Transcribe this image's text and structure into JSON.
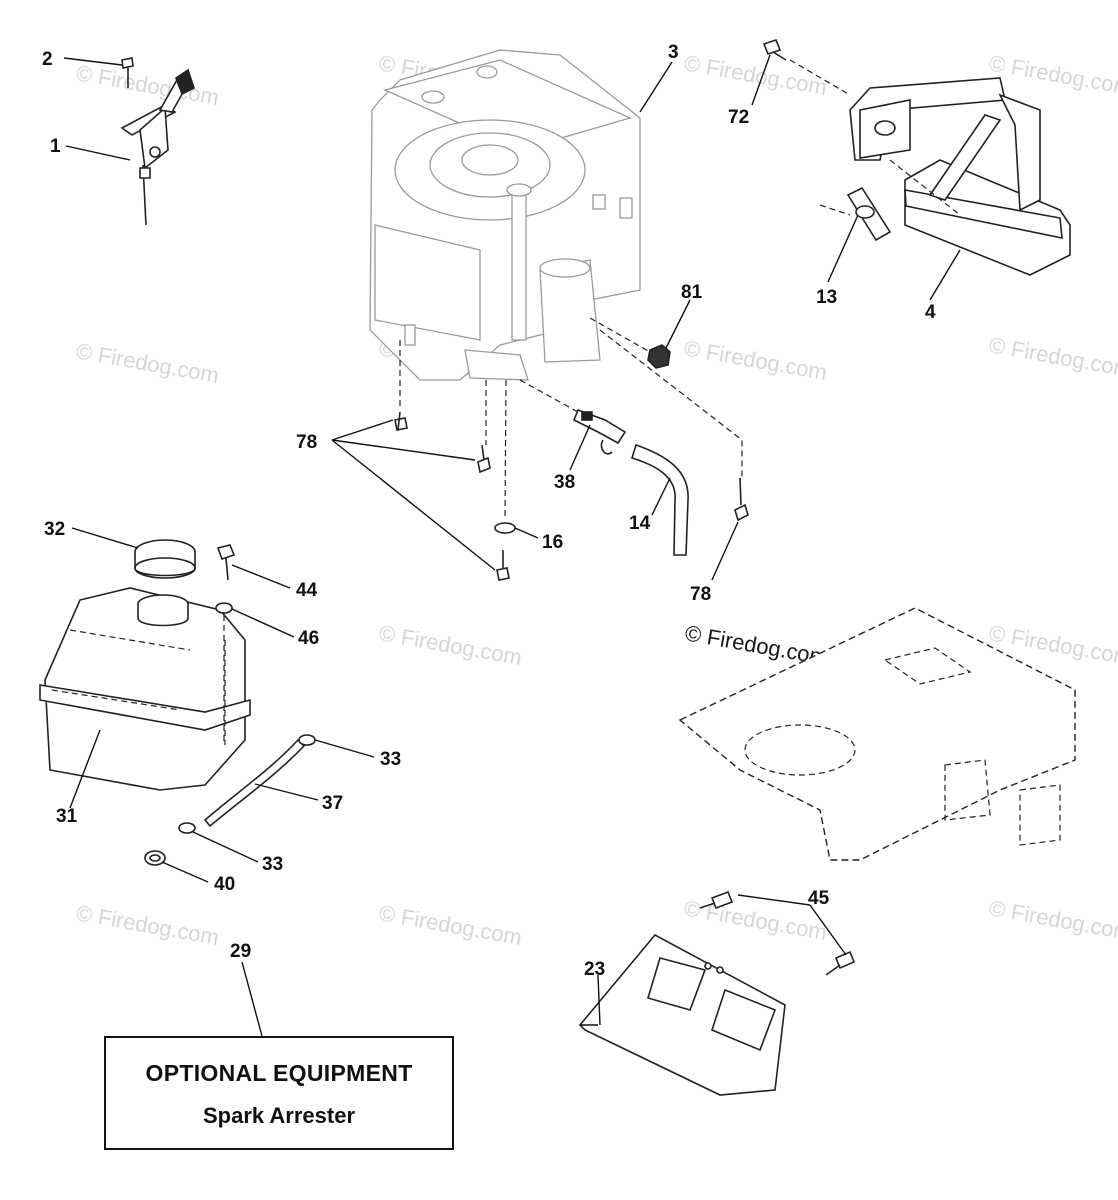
{
  "watermark": "© Firedog.com",
  "callouts": {
    "c2": "2",
    "c1": "1",
    "c3": "3",
    "c72": "72",
    "c13": "13",
    "c4": "4",
    "c81": "81",
    "c78a": "78",
    "c38": "38",
    "c14": "14",
    "c16": "16",
    "c78b": "78",
    "c32": "32",
    "c44": "44",
    "c46": "46",
    "c31": "31",
    "c33a": "33",
    "c37": "37",
    "c33b": "33",
    "c40": "40",
    "c29": "29",
    "c45": "45",
    "c23": "23"
  },
  "optional_box": {
    "title": "OPTIONAL EQUIPMENT",
    "subtitle": "Spark Arrester"
  }
}
